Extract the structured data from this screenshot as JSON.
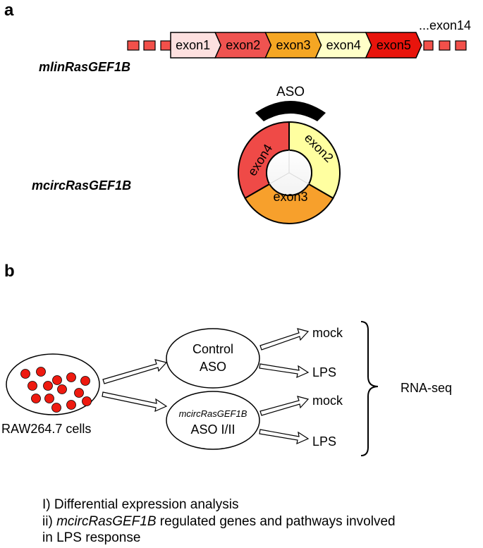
{
  "panel_a": {
    "label": "a",
    "exon14_label": "...exon14",
    "linear_label": "mlinRasGEF1B",
    "exons": [
      {
        "label": "exon1",
        "color": "#fde0df"
      },
      {
        "label": "exon2",
        "color": "#ef5350"
      },
      {
        "label": "exon3",
        "color": "#f5a623"
      },
      {
        "label": "exon4",
        "color": "#ffffc8"
      },
      {
        "label": "exon5",
        "color": "#e8140c"
      }
    ],
    "intron_color": "#f2504a",
    "aso_label": "ASO",
    "circular_label": "mcircRasGEF1B",
    "ring": [
      {
        "label": "exon4",
        "color": "#ef4a47"
      },
      {
        "label": "exon2",
        "color": "#ffffa0"
      },
      {
        "label": "exon3",
        "color": "#f7a02c"
      }
    ]
  },
  "panel_b": {
    "label": "b",
    "cells_label": "RAW264.7 cells",
    "cell_color": "#ee1a10",
    "control_line1": "Control",
    "control_line2": "ASO",
    "circ_line1": "mcircRasGEF1B",
    "circ_line2": "ASO I/II",
    "out1": "mock",
    "out2": "LPS",
    "out3": "mock",
    "out4": "LPS",
    "rnaseq_label": "RNA-seq"
  },
  "notes": {
    "line1": "I) Differential expression analysis",
    "line2_italic": "mcircRasGEF1B",
    "line2_rest": " regulated genes and pathways involved",
    "line2_prefix": "ii) ",
    "line3": "in LPS response"
  }
}
